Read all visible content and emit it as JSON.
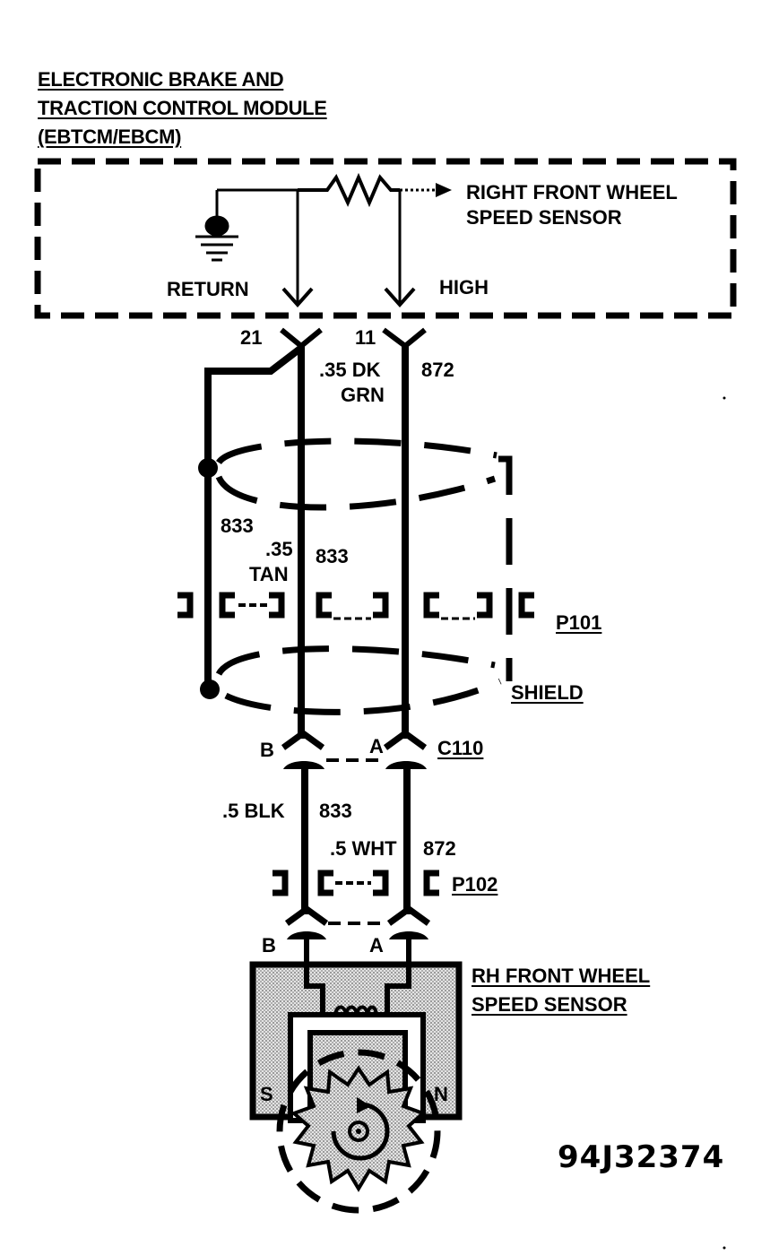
{
  "module": {
    "title_line1": "ELECTRONIC BRAKE AND",
    "title_line2": "TRACTION CONTROL MODULE",
    "title_line3": "(EBTCM/EBCM)",
    "sensor_line1": "RIGHT FRONT WHEEL",
    "sensor_line2": "SPEED SENSOR",
    "return_label": "RETURN",
    "high_label": "HIGH"
  },
  "pins": {
    "return_pin": "21",
    "high_pin": "11"
  },
  "wires": {
    "upper_high_gauge_line1": ".35 DK",
    "upper_high_gauge_line2": "GRN",
    "upper_high_circuit": "872",
    "drain_circuit": "833",
    "return_gauge_line1": ".35",
    "return_gauge_line2": "TAN",
    "return_circuit": "833",
    "lower_b_gauge": ".5 BLK",
    "lower_b_circuit": "833",
    "lower_a_gauge": ".5 WHT",
    "lower_a_circuit": "872"
  },
  "connectors": {
    "p101": "P101",
    "shield": "SHIELD",
    "c110": "C110",
    "c110_pin_b": "B",
    "c110_pin_a": "A",
    "p102": "P102",
    "sensor_pin_b": "B",
    "sensor_pin_a": "A"
  },
  "sensor": {
    "line1": "RH FRONT WHEEL",
    "line2": "SPEED SENSOR",
    "pole_s": "S",
    "pole_n": "N"
  },
  "figure_id": "94J32374",
  "colors": {
    "ink": "#000000",
    "sensor_fill": "#c8c8c8",
    "background": "#ffffff"
  }
}
